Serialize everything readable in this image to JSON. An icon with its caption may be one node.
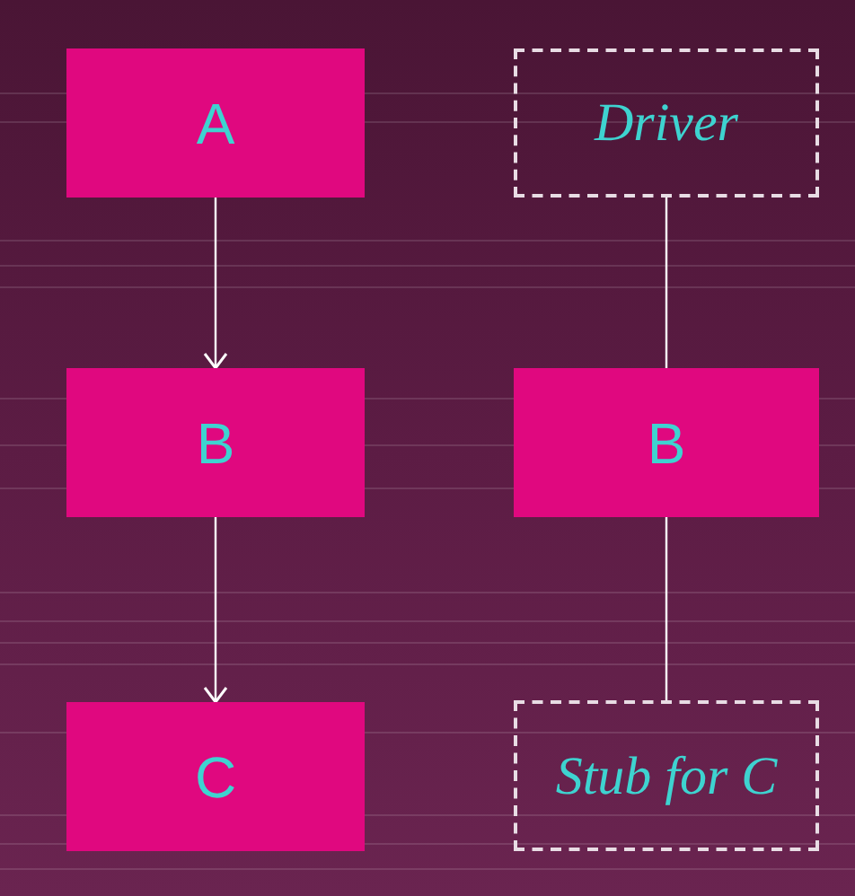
{
  "diagram": {
    "nodes": [
      {
        "text": [
          "A"
        ]
      },
      {
        "text": [
          "Driver"
        ]
      },
      {
        "text": [
          "B"
        ]
      },
      {
        "text": [
          "B"
        ]
      },
      {
        "text": [
          "C"
        ]
      },
      {
        "text": [
          "Stub for C"
        ]
      }
    ],
    "edges": [
      {
        "from": 0,
        "to": 2,
        "arrow": "to"
      },
      {
        "from": 2,
        "to": 4,
        "arrow": "to"
      },
      {
        "from": 1,
        "to": 3,
        "arrow": "none"
      },
      {
        "from": 3,
        "to": 5,
        "arrow": "none"
      }
    ]
  }
}
